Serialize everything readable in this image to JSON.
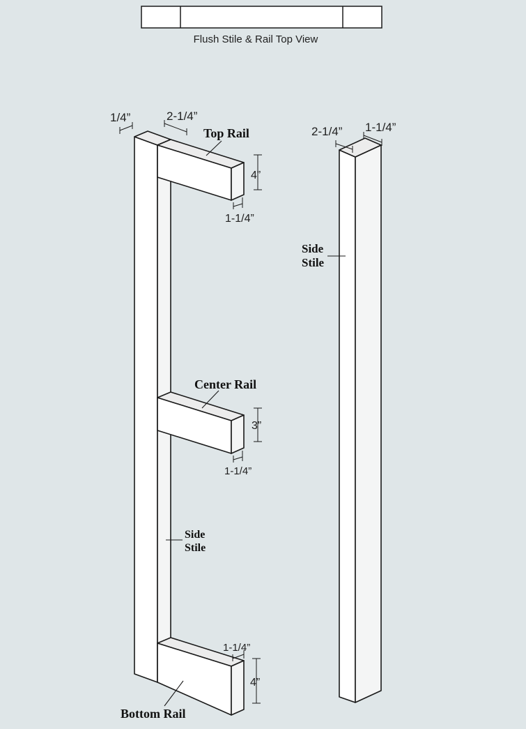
{
  "top_view": {
    "caption": "Flush Stile & Rail Top View"
  },
  "assembly": {
    "dim_stile_depth": "1/4”",
    "dim_stile_width": "2-1/4”",
    "top_rail": {
      "label": "Top Rail",
      "height": "4”",
      "thickness": "1-1/4”"
    },
    "center_rail": {
      "label": "Center Rail",
      "height": "3”",
      "thickness": "1-1/4”"
    },
    "bottom_rail": {
      "label": "Bottom Rail",
      "height": "4”",
      "thickness": "1-1/4”"
    },
    "side_stile_label_line1": "Side",
    "side_stile_label_line2": "Stile"
  },
  "standalone_stile": {
    "dim_width": "2-1/4”",
    "dim_depth": "1-1/4”",
    "label_line1": "Side",
    "label_line2": "Stile"
  }
}
